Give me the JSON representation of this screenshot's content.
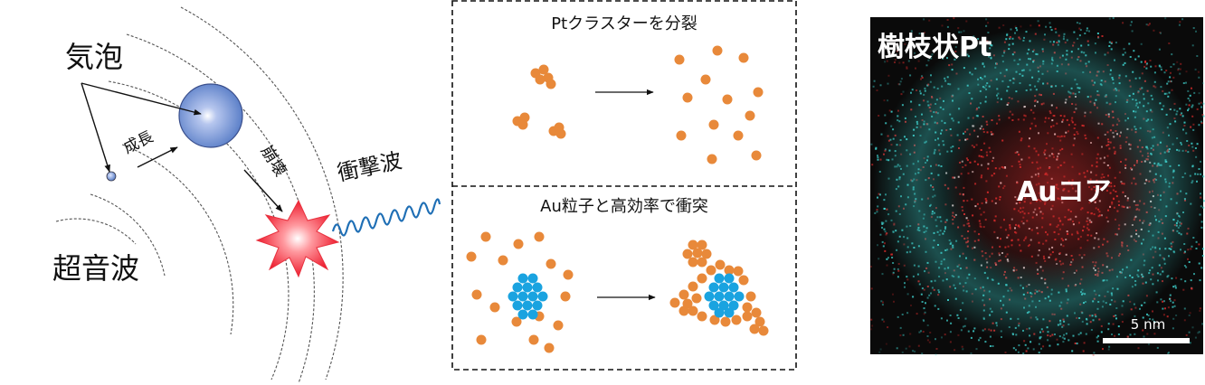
{
  "left": {
    "bubble_label": "気泡",
    "growth_label": "成長",
    "collapse_label": "崩壊",
    "shockwave_label": "衝撃波",
    "ultrasound_label": "超音波"
  },
  "middle": {
    "top_panel_title": "Ptクラスターを分裂",
    "bottom_panel_title": "Au粒子と高効率で衝突"
  },
  "right": {
    "title": "樹枝状Pt",
    "core_label": "Auコア",
    "scale_bar_label": "5 nm"
  },
  "colors": {
    "pt_orange": "#e8893a",
    "au_blue": "#1aa3e0",
    "bubble_blue": "#5b7fc8",
    "map_red": "#d42a2a",
    "map_cyan": "#3fd0cc",
    "map_bg": "#0a0a0a"
  }
}
